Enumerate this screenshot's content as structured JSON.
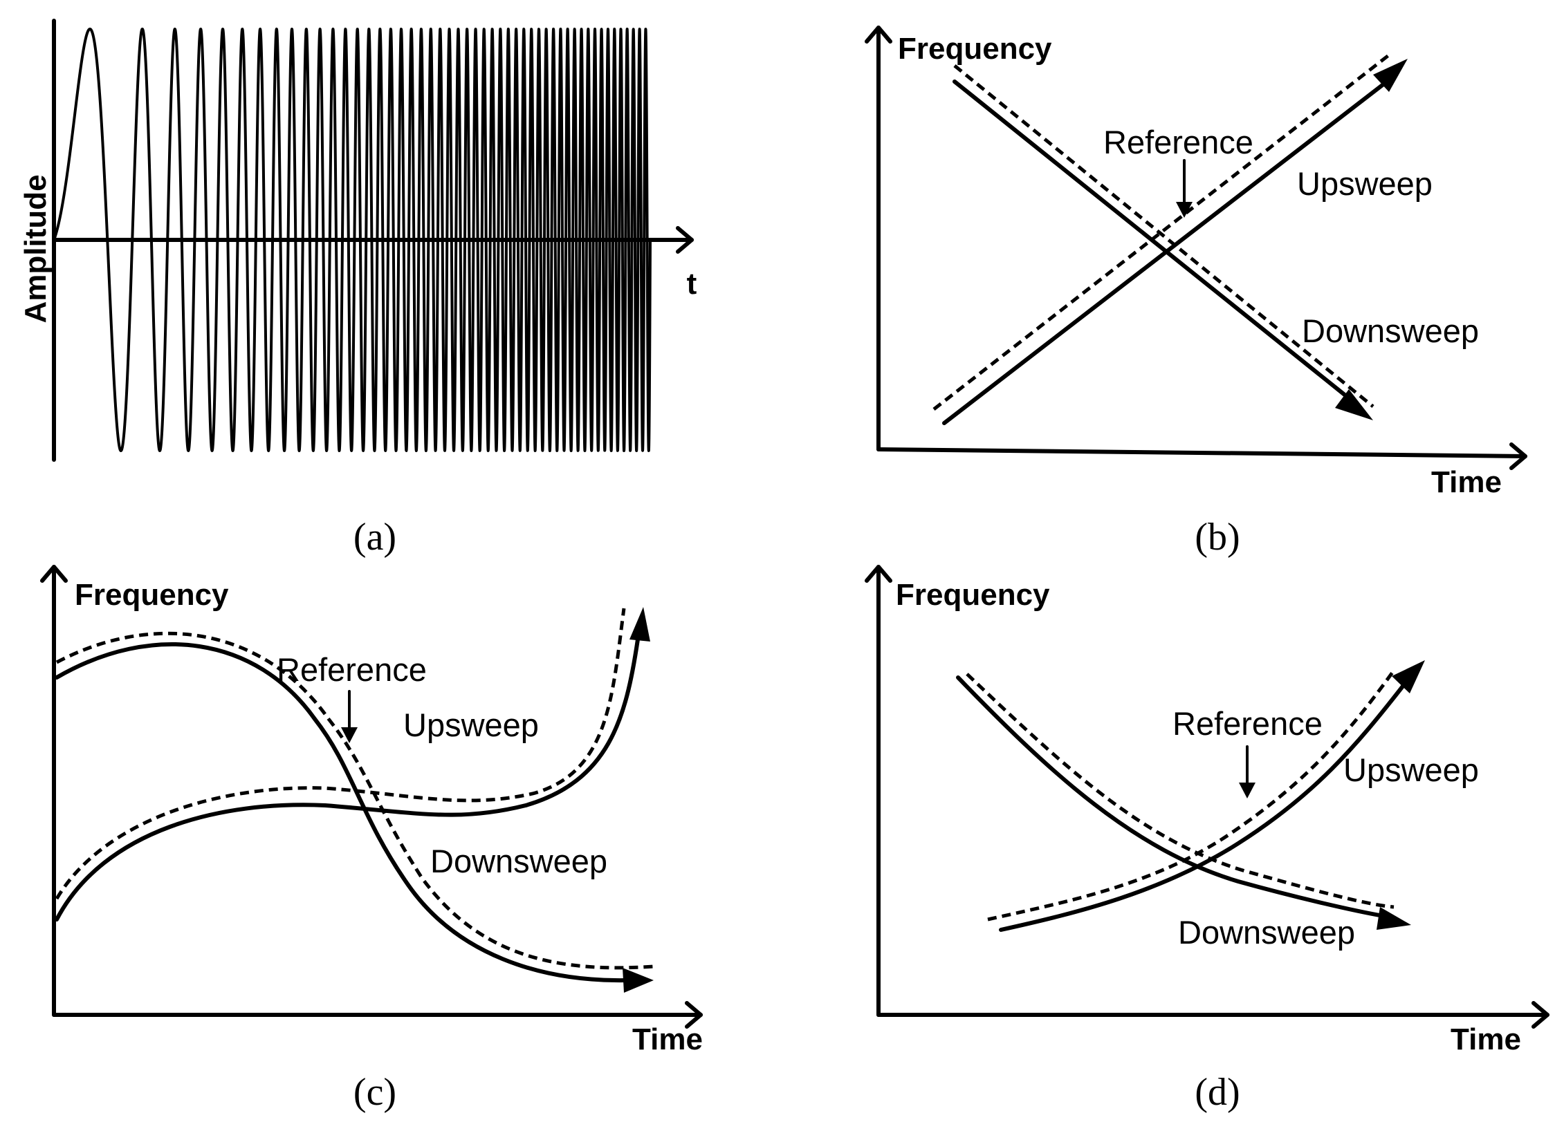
{
  "panels": {
    "a": {
      "caption": "(a)",
      "ylabel": "Amplitude",
      "xlabel": "t"
    },
    "b": {
      "caption": "(b)",
      "ylabel": "Frequency",
      "xlabel": "Time",
      "reference_label": "Reference",
      "upsweep_label": "Upsweep",
      "downsweep_label": "Downsweep"
    },
    "c": {
      "caption": "(c)",
      "ylabel": "Frequency",
      "xlabel": "Time",
      "reference_label": "Reference",
      "upsweep_label": "Upsweep",
      "downsweep_label": "Downsweep"
    },
    "d": {
      "caption": "(d)",
      "ylabel": "Frequency",
      "xlabel": "Time",
      "reference_label": "Reference",
      "upsweep_label": "Upsweep",
      "downsweep_label": "Downsweep"
    }
  },
  "colors": {
    "ink": "#000000",
    "background": "#ffffff"
  }
}
